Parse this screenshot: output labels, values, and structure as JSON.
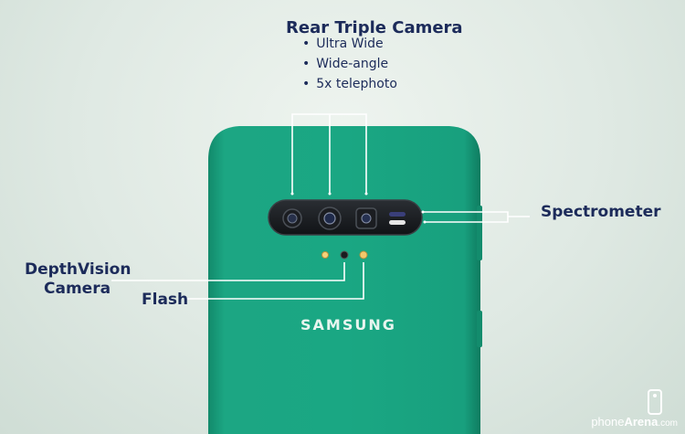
{
  "annotations": {
    "rear_camera_title": "Rear Triple Camera",
    "rear_camera_items": [
      "Ultra Wide",
      "Wide-angle",
      "5x telephoto"
    ],
    "spectrometer": "Spectrometer",
    "depthvision_line1": "DepthVision",
    "depthvision_line2": "Camera",
    "flash": "Flash"
  },
  "phone": {
    "brand_text": "SAMSUNG",
    "body_color": "#1aa783"
  },
  "watermark": {
    "part1": "phone",
    "part2": "Arena",
    "part3": ".com"
  },
  "colors": {
    "label_text": "#1c2b5a",
    "callout_line": "#ffffff"
  }
}
